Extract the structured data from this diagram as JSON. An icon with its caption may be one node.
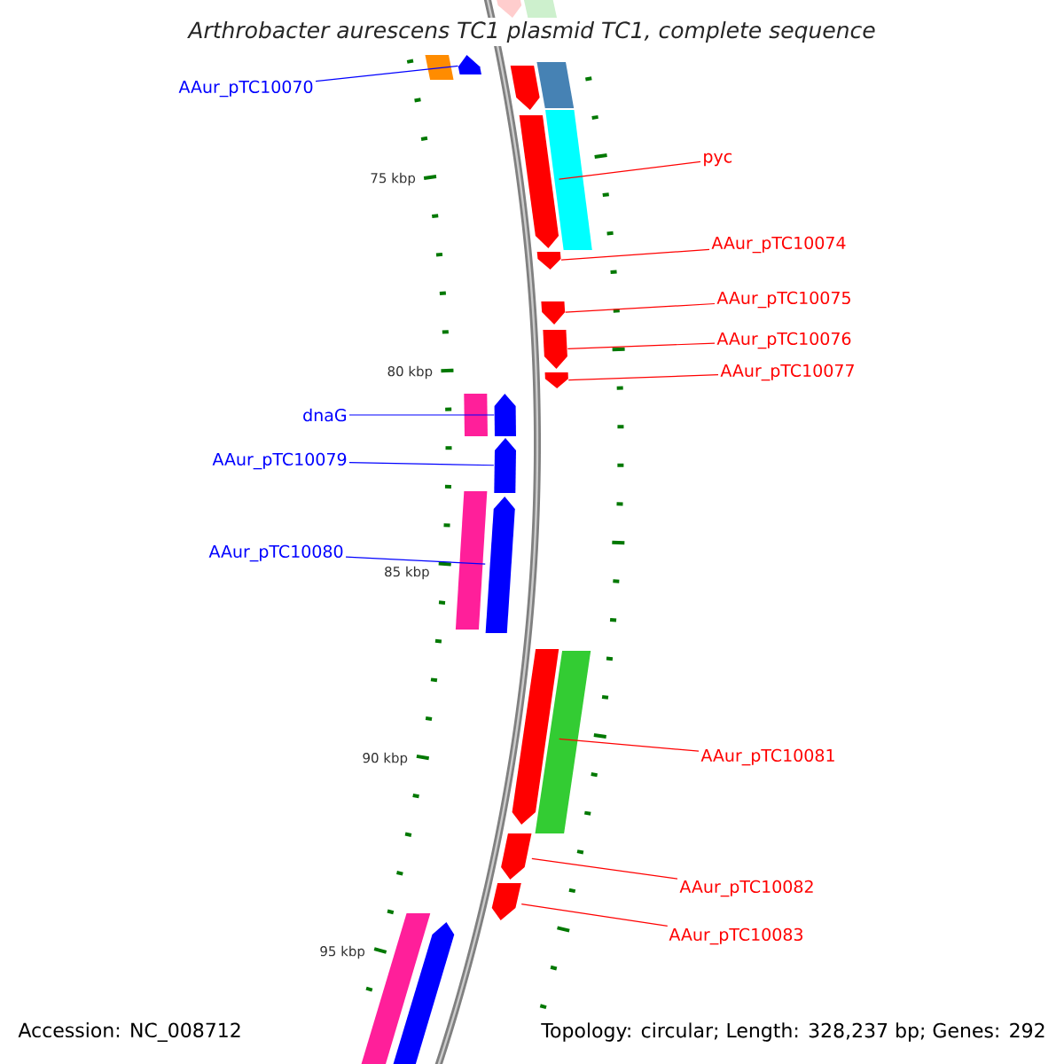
{
  "diagram": {
    "title": "Arthrobacter aurescens TC1 plasmid TC1, complete sequence",
    "nodes": [
      {
        "text": [
          "AAur_pTC10070"
        ]
      },
      {
        "text": [],
        "shape": "arrow"
      },
      {
        "text": [
          "pyc"
        ]
      },
      {
        "text": [],
        "shape": "arrow"
      },
      {
        "text": [
          "AAur_pTC10074"
        ]
      },
      {
        "text": [],
        "shape": "arrow"
      },
      {
        "text": [
          "AAur_pTC10075"
        ]
      },
      {
        "text": [],
        "shape": "arrow"
      },
      {
        "text": [
          "AAur_pTC10076"
        ]
      },
      {
        "text": [],
        "shape": "arrow"
      },
      {
        "text": [
          "AAur_pTC10077"
        ]
      },
      {
        "text": [],
        "shape": "arrow"
      },
      {
        "text": [
          "dnaG"
        ]
      },
      {
        "text": [],
        "shape": "arrow"
      },
      {
        "text": [
          "AAur_pTC10079"
        ]
      },
      {
        "text": [],
        "shape": "arrow"
      },
      {
        "text": [
          "AAur_pTC10080"
        ]
      },
      {
        "text": [],
        "shape": "arrow"
      },
      {
        "text": [
          "AAur_pTC10081"
        ]
      },
      {
        "text": [],
        "shape": "arrow"
      },
      {
        "text": [
          "AAur_pTC10082"
        ]
      },
      {
        "text": [],
        "shape": "arrow"
      },
      {
        "text": [
          "AAur_pTC10083"
        ]
      },
      {
        "text": [],
        "shape": "arrow"
      },
      {
        "text": [],
        "shape": "arrow"
      },
      {
        "text": [],
        "shape": "box"
      },
      {
        "text": [],
        "shape": "box"
      },
      {
        "text": [],
        "shape": "arrow"
      },
      {
        "text": [],
        "shape": "box"
      },
      {
        "text": [],
        "shape": "box"
      },
      {
        "text": [],
        "shape": "box"
      },
      {
        "text": [],
        "shape": "box"
      },
      {
        "text": [],
        "shape": "box"
      },
      {
        "text": [],
        "shape": "box"
      },
      {
        "text": [],
        "shape": "arrow"
      }
    ],
    "edges": [
      {
        "from": 0,
        "to": 1,
        "arrow": "none",
        "color": "#0000ff"
      },
      {
        "from": 2,
        "to": 3,
        "arrow": "none"
      },
      {
        "from": 4,
        "to": 5,
        "arrow": "none"
      },
      {
        "from": 6,
        "to": 7,
        "arrow": "none"
      },
      {
        "from": 8,
        "to": 9,
        "arrow": "none"
      },
      {
        "from": 10,
        "to": 11,
        "arrow": "none"
      },
      {
        "from": 12,
        "to": 13,
        "arrow": "none",
        "color": "#0000ff"
      },
      {
        "from": 14,
        "to": 15,
        "arrow": "none",
        "color": "#0000ff"
      },
      {
        "from": 16,
        "to": 17,
        "arrow": "none",
        "color": "#0000ff"
      },
      {
        "from": 18,
        "to": 19,
        "arrow": "none"
      },
      {
        "from": 20,
        "to": 21,
        "arrow": "none"
      },
      {
        "from": 22,
        "to": 23,
        "arrow": "none"
      }
    ],
    "labels": [
      "75 kbp",
      "80 kbp",
      "85 kbp",
      "90 kbp",
      "95 kbp",
      "Accession: NC_008712",
      "Topology: circular; Length: 328,237 bp; Genes: 292"
    ]
  }
}
